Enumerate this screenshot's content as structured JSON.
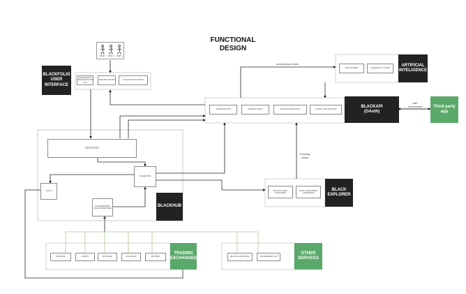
{
  "title": "FUNCTIONAL\nDESIGN",
  "users": {
    "actors": [
      {
        "icon": "user-actor-icon",
        "label": "USER 1"
      },
      {
        "icon": "user-actor-icon",
        "label": "USER 2"
      },
      {
        "icon": "user-actor-icon",
        "label": "USER 3"
      }
    ]
  },
  "blackfolio": {
    "label": "BLACKFOLIO\nUSER\nINTERFACE",
    "modules": [
      "BALANCES &\nTRANSACTIONS\nLOG",
      "TRANSACTIONS",
      "ACCOUNT SETTINGS"
    ]
  },
  "blackapi": {
    "label": "BLACKAPI\n(OAuth)",
    "modules": [
      "TRADE ROUTE",
      "MARKET DATA",
      "BLOCKCHAIN DATA",
      "AI ANALYSIS ROUTES"
    ]
  },
  "ai": {
    "label": "ARTIFICIAL\nINTELIGENCE",
    "modules": [
      "DATA MODEL",
      "LEARNING & CORE"
    ]
  },
  "third_party": {
    "label": "Third party\napp",
    "connector_label": "with\nConnectors"
  },
  "blackhub": {
    "label": "BLACKHUB",
    "receptor": "RECEPTOR",
    "validator": "VALIDATOR",
    "calls": "CALLS",
    "interpreter": "INTERPRETER\nAND FORMATTER"
  },
  "black_explorer": {
    "label": "BLACK\nEXPLORER",
    "modules": [
      "BLOCKCHAIN CRAWLERS",
      "DATA & NETWORK\nCRAWLERS"
    ]
  },
  "flows": {
    "anonymous": "anonymous datas",
    "feeding": "Feeding\ndatas"
  },
  "trading": {
    "label": "TRADING\nEXCHANGES",
    "modules": [
      "BINANCE",
      "HITBTC",
      "BITFINEX",
      "POLONIEX",
      "BITTREX"
    ]
  },
  "other": {
    "label": "OTHER\nSERVICES",
    "modules": [
      "BLOCKCHAIN INFO",
      "COINMARKETCAP"
    ]
  },
  "colors": {
    "dark": "#222222",
    "green": "#5aa86a",
    "line": "#222222",
    "bus": "#a9c88f"
  }
}
